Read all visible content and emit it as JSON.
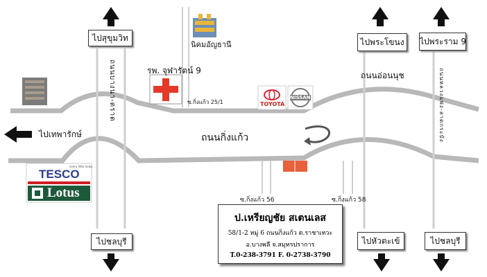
{
  "roads": {
    "main_road": "ถนนกิ่งแก้ว",
    "on_nut_road": "ถนนอ่อนนุช",
    "bang_na_road": "ถนนบางนา-ตราด",
    "lat_krabang_road": "ถนนหลวงแพ่ง-ลาดกระบัง"
  },
  "signs": {
    "sukhumvit": "ไปสุขุมวิท",
    "phra_khanong": "ไปพระโขนง",
    "rama9": "ไปพระราม 9",
    "thepharak": "ไปเทพารักษ์",
    "chonburi_left": "ไปชลบุรี",
    "hua_takhe": "ไปหัวตะเข้",
    "chonburi_right": "ไปชลบุรี"
  },
  "places": {
    "hospital": "รพ. จุฬารัตน์ 9",
    "nikhom": "นิคมอัญธานี",
    "soi_25_1": "ซ.กิ่งแก้ว 25/1",
    "soi_56": "ซ.กิ่งแก้ว 56",
    "soi_58": "ซ.กิ่งแก้ว 58",
    "toyota": "TOYOTA",
    "nissan": "NISSAN",
    "tesco_top": "TESCO",
    "tesco_small": "every little helps",
    "tesco_bottom": "Lotus"
  },
  "company": {
    "name": "ป.เหรียญชัย สเตนเลส",
    "address1": "58/1-2 หมู่ 6 ถนนกิ่งแก้ว ต.ราชาเทวะ",
    "address2": "อ.บางพลี จ.สมุทรปราการ",
    "phone": "T.0-238-3791  F. 0-2738-3790"
  },
  "colors": {
    "road": "#c8c8c8",
    "road_edge": "#8a8a8a",
    "hospital": "#e53a2a",
    "company": "#e8603c",
    "tesco_green": "#1c5a3a",
    "tesco_blue": "#2b3c8a",
    "tesco_red": "#cf1f25"
  }
}
